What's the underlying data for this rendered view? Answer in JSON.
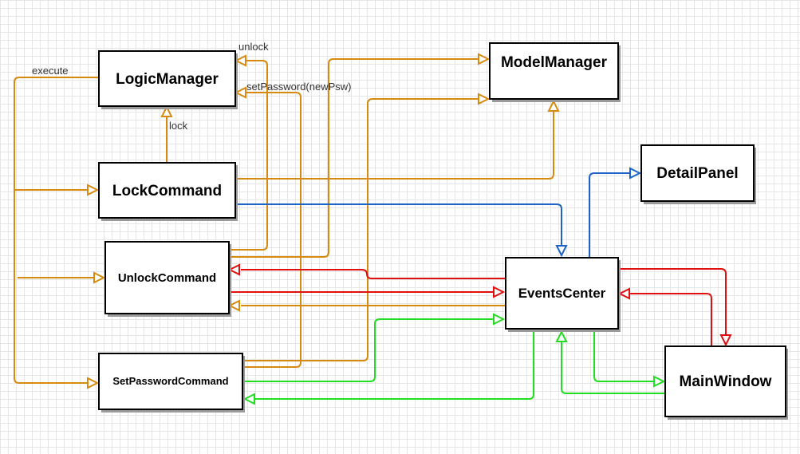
{
  "colors": {
    "orange": "#d68a10",
    "blue": "#1e64c8",
    "red": "#e01010",
    "green": "#22dd22"
  },
  "nodes": {
    "logic_manager": "LogicManager",
    "lock_command": "LockCommand",
    "unlock_command": "UnlockCommand",
    "set_password_command": "SetPasswordCommand",
    "model_manager": "ModelManager",
    "detail_panel": "DetailPanel",
    "events_center": "EventsCenter",
    "main_window": "MainWindow"
  },
  "edge_labels": {
    "execute": "execute",
    "unlock": "unlock",
    "set_password": "setPassword(newPsw)",
    "lock": "lock"
  }
}
